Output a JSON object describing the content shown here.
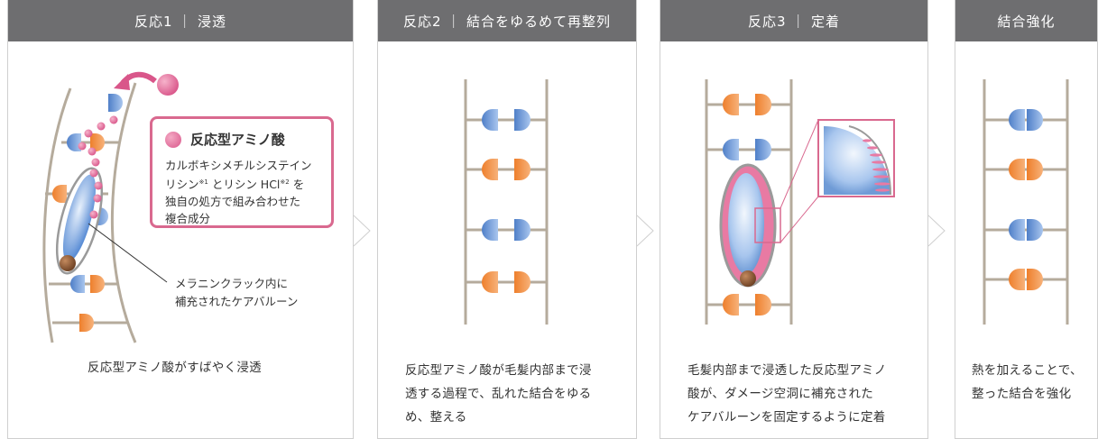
{
  "panels": [
    {
      "header": "反応1 ｜ 浸透",
      "desc": [
        "反応型アミノ酸がすばやく浸透"
      ]
    },
    {
      "header": "反応2 ｜ 結合をゆるめて再整列",
      "desc": [
        "反応型アミノ酸が毛髪内部まで浸",
        "透する過程で、乱れた結合をゆる",
        "め、整える"
      ]
    },
    {
      "header": "反応3 ｜ 定着",
      "desc": [
        "毛髪内部まで浸透した反応型アミノ",
        "酸が、ダメージ空洞に補充された",
        "ケアバルーンを固定するように定着"
      ]
    },
    {
      "header": "結合強化",
      "desc": [
        "熱を加えることで、",
        "整った結合を強化"
      ]
    }
  ],
  "callout": {
    "title": "反応型アミノ酸",
    "line1": "カルボキシメチルシステイン",
    "line2a": "リシン",
    "sup1": "※1",
    "line2b": " とリシン HCl",
    "sup2": "※2",
    "line2c": " を",
    "line3": "独自の処方で組み合わせた",
    "line4": "複合成分"
  },
  "note": {
    "line1": "メラニンクラック内に",
    "line2": "補充されたケアバルーン"
  },
  "colors": {
    "header_bg": "#6e6e70",
    "pink": "#d9698f",
    "blue": "#6f9bd6",
    "orange": "#f0934a",
    "rail": "#b5ab9c"
  }
}
